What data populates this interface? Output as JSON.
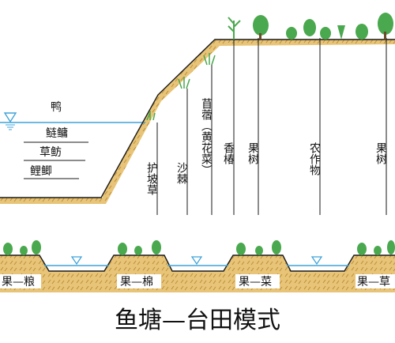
{
  "caption": "鱼塘—台田模式",
  "pond_layers": {
    "duck": "鸭",
    "silver_bighead": "鲢鳙",
    "grass_bream": "草鲂",
    "carp_crucian": "鲤鲫"
  },
  "slope_labels": {
    "slope_grass": "护坡草",
    "seabuckthorn": "沙棘",
    "alfalfa_daylily": "苜蓿（黄花菜）",
    "toona": "香椿",
    "fruit_tree_1": "果树",
    "crops": "农作物",
    "fruit_tree_2": "果树"
  },
  "platform_labels": [
    "果—粮",
    "果—棉",
    "果—菜",
    "果—草"
  ],
  "colors": {
    "water": "#3fa3d9",
    "soil": "#e7c477",
    "soil_line": "#4a3a28",
    "tree": "#4aa84e",
    "outline": "#1a1a1a"
  }
}
